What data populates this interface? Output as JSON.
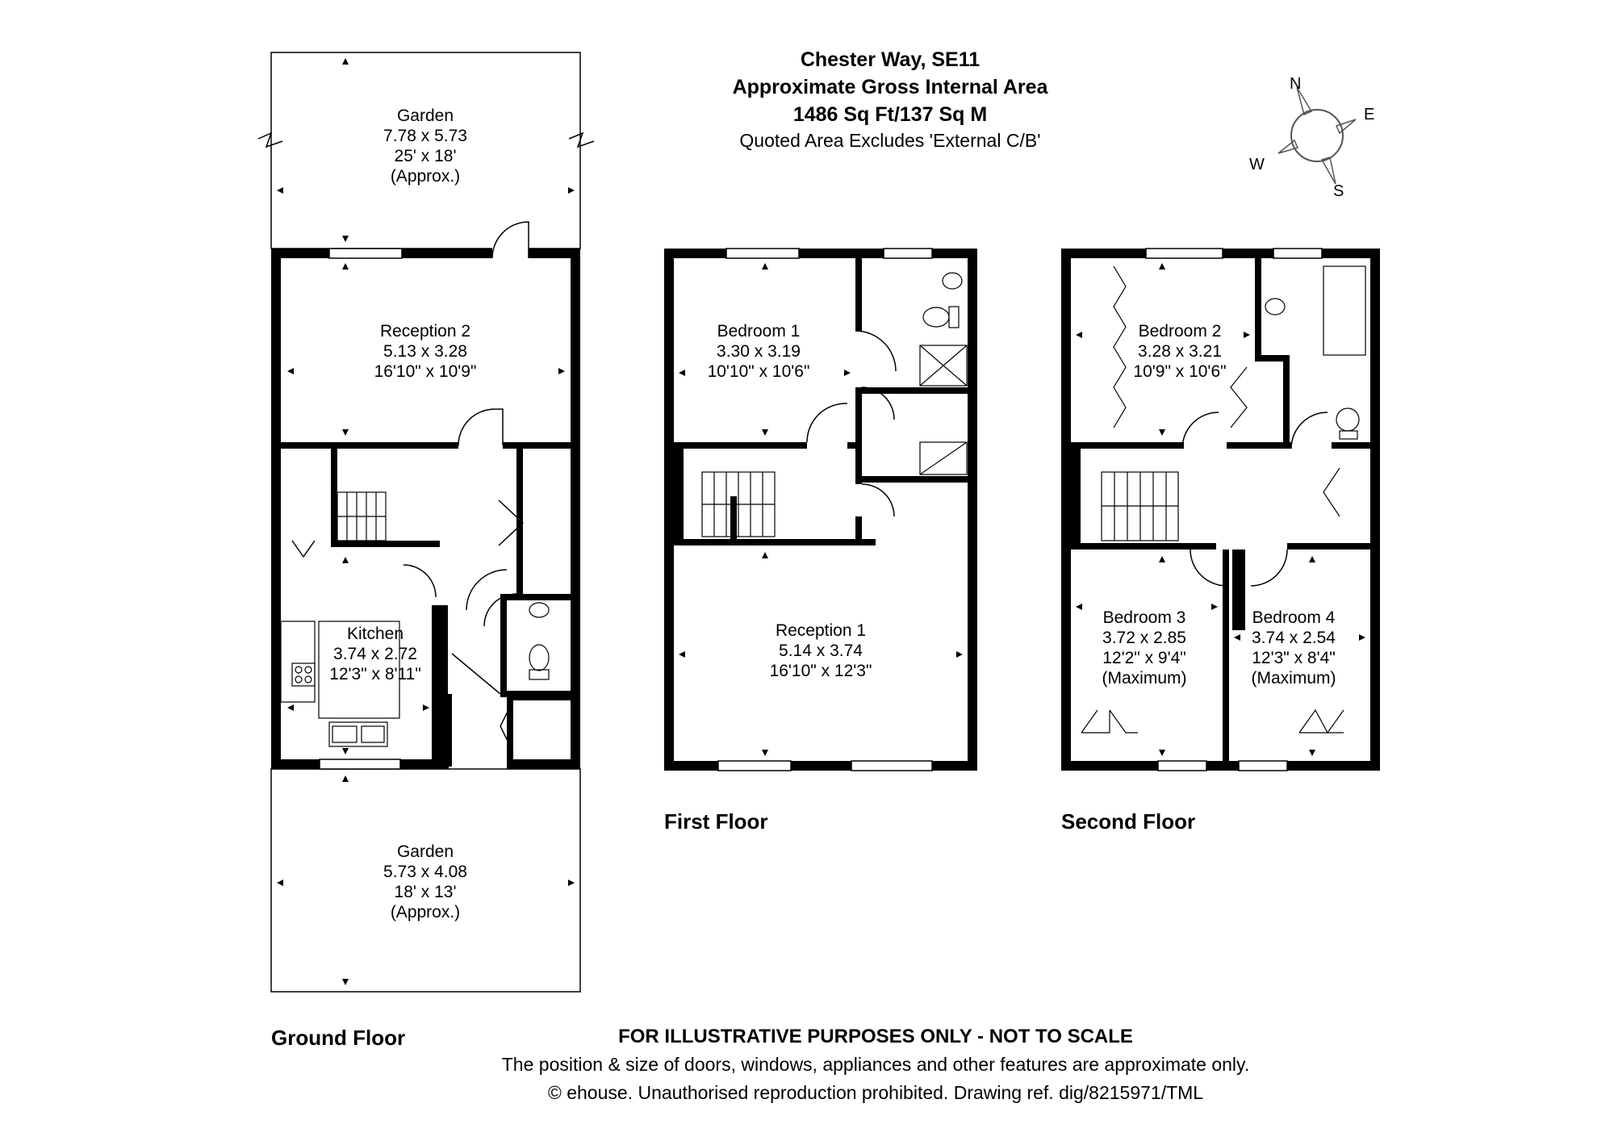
{
  "header": {
    "address": "Chester Way, SE11",
    "area_title": "Approximate Gross Internal Area",
    "area_value": "1486 Sq Ft/137 Sq M",
    "note": "Quoted Area Excludes 'External C/B'"
  },
  "compass": {
    "n": "N",
    "e": "E",
    "s": "S",
    "w": "W"
  },
  "floors": {
    "ground": {
      "label": "Ground Floor",
      "garden_rear": {
        "name": "Garden",
        "metric": "7.78 x 5.73",
        "imperial": "25' x 18'",
        "note": "(Approx.)"
      },
      "reception2": {
        "name": "Reception 2",
        "metric": "5.13 x 3.28",
        "imperial": "16'10\" x 10'9\""
      },
      "kitchen": {
        "name": "Kitchen",
        "metric": "3.74 x 2.72",
        "imperial": "12'3\" x 8'11\""
      },
      "garden_front": {
        "name": "Garden",
        "metric": "5.73 x 4.08",
        "imperial": "18' x 13'",
        "note": "(Approx.)"
      }
    },
    "first": {
      "label": "First Floor",
      "bedroom1": {
        "name": "Bedroom 1",
        "metric": "3.30 x 3.19",
        "imperial": "10'10\" x 10'6\""
      },
      "reception1": {
        "name": "Reception 1",
        "metric": "5.14 x 3.74",
        "imperial": "16'10\" x 12'3\""
      }
    },
    "second": {
      "label": "Second Floor",
      "bedroom2": {
        "name": "Bedroom 2",
        "metric": "3.28 x 3.21",
        "imperial": "10'9\" x 10'6\""
      },
      "bedroom3": {
        "name": "Bedroom 3",
        "metric": "3.72 x 2.85",
        "imperial": "12'2\" x 9'4\"",
        "note": "(Maximum)"
      },
      "bedroom4": {
        "name": "Bedroom 4",
        "metric": "3.74 x 2.54",
        "imperial": "12'3\" x 8'4\"",
        "note": "(Maximum)"
      }
    }
  },
  "footer": {
    "disclaimer": "FOR ILLUSTRATIVE PURPOSES ONLY - NOT TO SCALE",
    "position_note": "The position & size of doors, windows, appliances and other features are approximate only.",
    "copyright": "© ehouse. Unauthorised reproduction prohibited. Drawing ref. dig/8215971/TML"
  }
}
